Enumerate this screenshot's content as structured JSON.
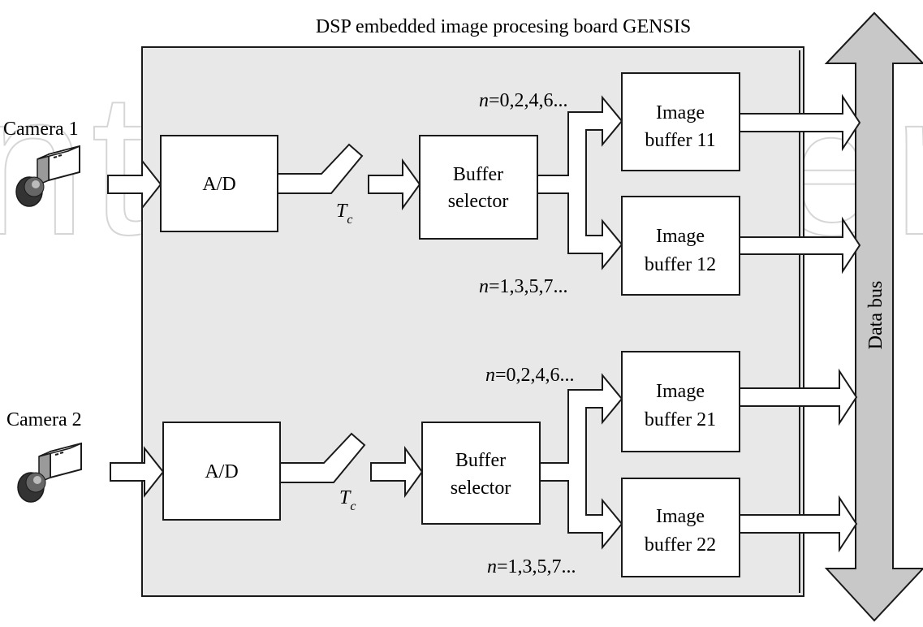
{
  "board_title": "DSP embedded image procesing board GENSIS",
  "data_bus_label": "Data bus",
  "watermark_text": "IntechOpen",
  "cameras": [
    {
      "label": "Camera 1",
      "ad_label": "A/D",
      "switch_label": {
        "var": "T",
        "sub": "c"
      },
      "selector_label": [
        "Buffer",
        "selector"
      ],
      "even_frames": {
        "var": "n",
        "rest": "=0,2,4,6..."
      },
      "odd_frames": {
        "var": "n",
        "rest": "=1,3,5,7..."
      },
      "buffers": [
        {
          "line1": "Image",
          "line2": "buffer 11"
        },
        {
          "line1": "Image",
          "line2": "buffer 12"
        }
      ]
    },
    {
      "label": "Camera 2",
      "ad_label": "A/D",
      "switch_label": {
        "var": "T",
        "sub": "c"
      },
      "selector_label": [
        "Buffer",
        "selector"
      ],
      "even_frames": {
        "var": "n",
        "rest": "=0,2,4,6..."
      },
      "odd_frames": {
        "var": "n",
        "rest": "=1,3,5,7..."
      },
      "buffers": [
        {
          "line1": "Image",
          "line2": "buffer 21"
        },
        {
          "line1": "Image",
          "line2": "buffer 22"
        }
      ]
    }
  ],
  "colors": {
    "board_fill": "#e8e8e8",
    "bus_fill": "#c8c8c8",
    "stroke": "#1a1a1a",
    "watermark": "#d6d6d6"
  }
}
